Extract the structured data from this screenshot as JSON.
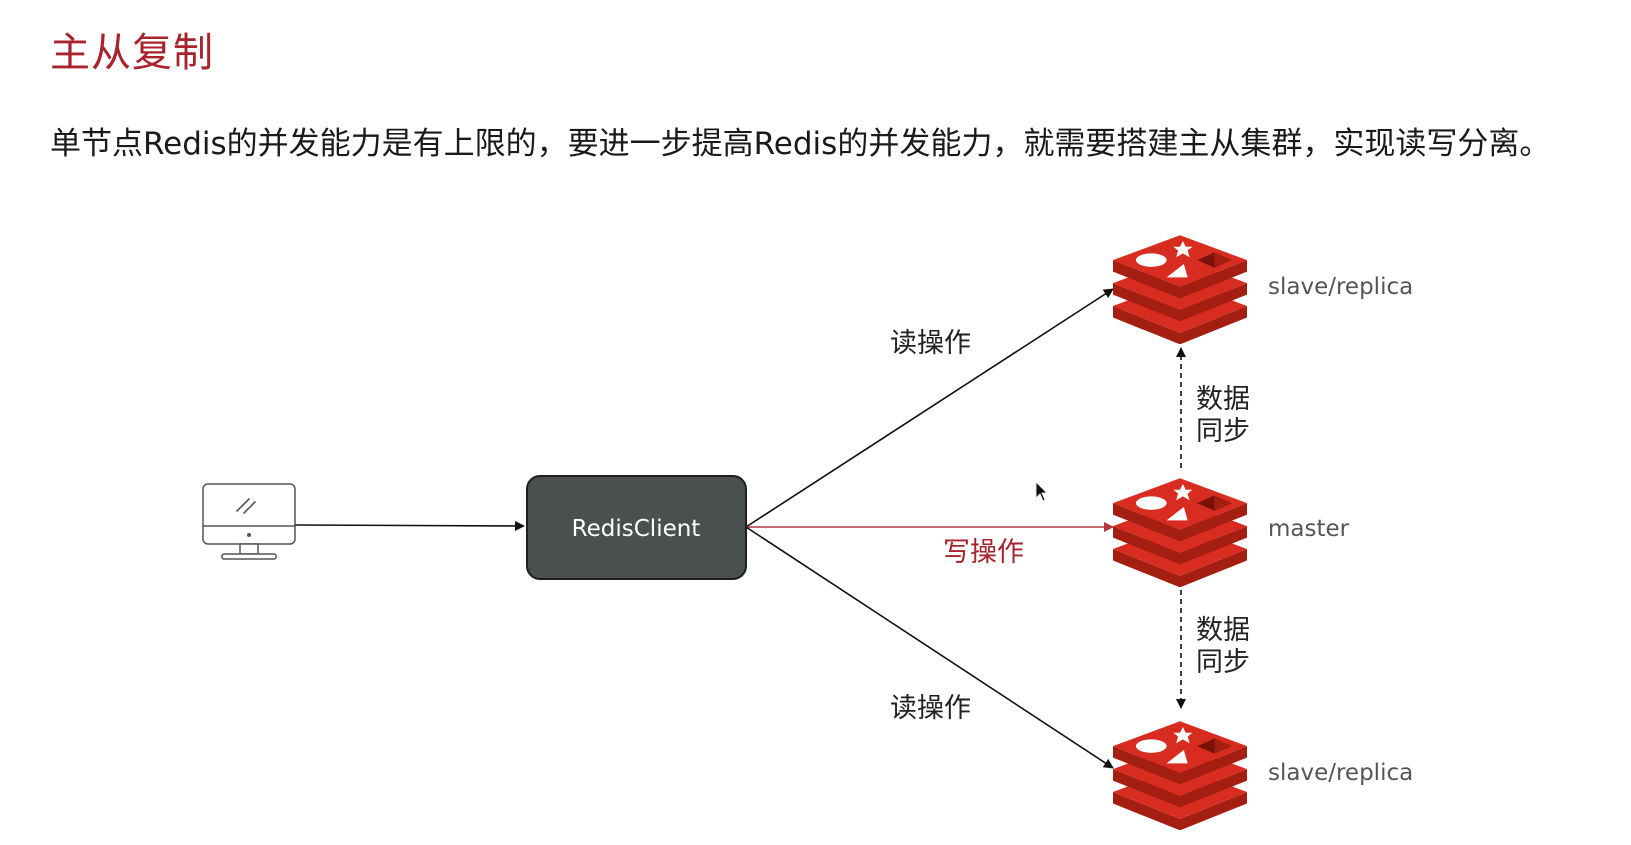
{
  "title": "主从复制",
  "description": "单节点Redis的并发能力是有上限的，要进一步提高Redis的并发能力，就需要搭建主从集群，实现读写分离。",
  "diagram": {
    "client_label": "RedisClient",
    "read_op_top": "读操作",
    "read_op_bottom": "读操作",
    "write_op": "写操作",
    "sync_top_line1": "数据",
    "sync_top_line2": "同步",
    "sync_bottom_line1": "数据",
    "sync_bottom_line2": "同步",
    "node_top_label": "slave/replica",
    "node_master_label": "master",
    "node_bottom_label": "slave/replica"
  },
  "colors": {
    "title": "#a8232c",
    "write_arrow": "#b03a3e",
    "client_box": "#4a4f4f",
    "redis_red": "#d82c20"
  },
  "icons": [
    "monitor-icon",
    "redis-logo-icon",
    "mouse-cursor-icon"
  ]
}
